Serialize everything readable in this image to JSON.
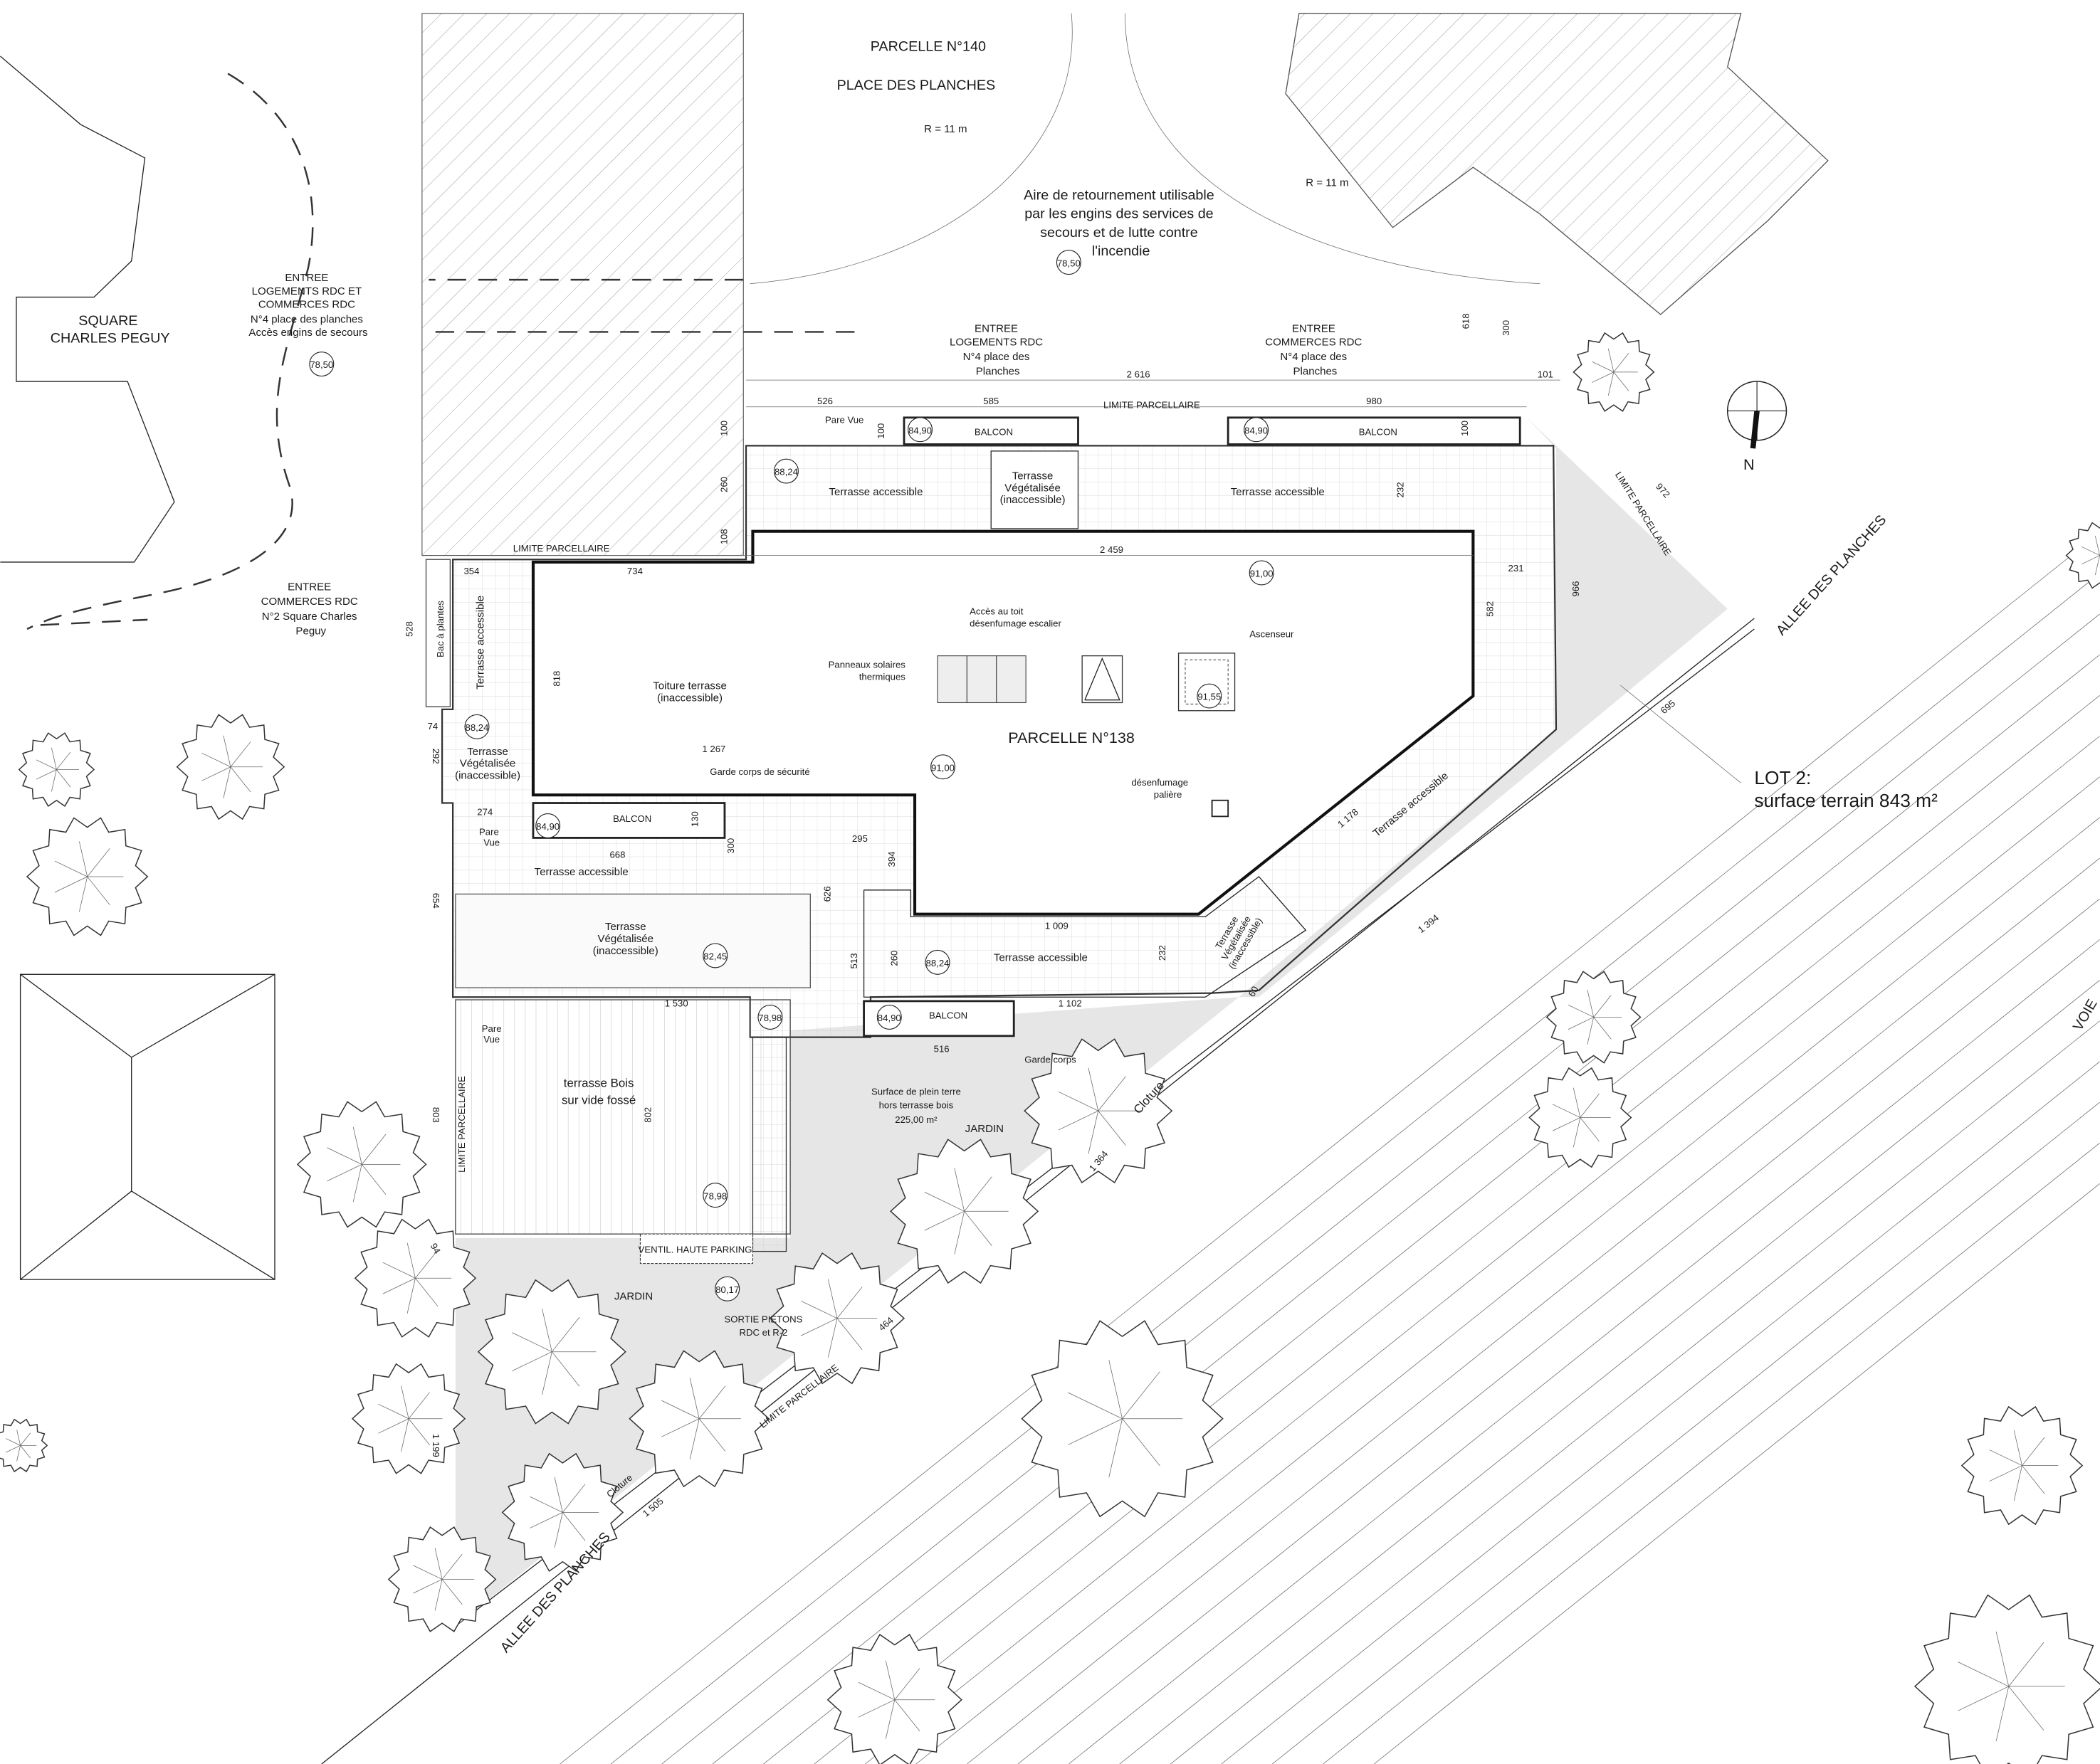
{
  "top": {
    "parcel_140": "PARCELLE N°140",
    "place": "PLACE DES PLANCHES",
    "radius_1": "R = 11 m",
    "radius_2": "R = 11 m",
    "turnaround": [
      "Aire de retournement utilisable",
      "par les engins des services de",
      "secours et de lutte contre",
      "l'incendie"
    ],
    "spot_top": "78,50"
  },
  "left": {
    "entree_1": [
      "ENTREE",
      "LOGEMENTS RDC ET",
      "COMMERCES RDC",
      "N°4 place des planches",
      "Accès engins de secours"
    ],
    "square": [
      "SQUARE",
      "CHARLES PEGUY"
    ],
    "spot_left": "78,50",
    "entree_2": [
      "ENTREE",
      "COMMERCES RDC",
      "N°2 Square Charles",
      "Peguy"
    ]
  },
  "entrances": {
    "logements": [
      "ENTREE",
      "LOGEMENTS RDC",
      "N°4 place des",
      "Planches"
    ],
    "commerces": [
      "ENTREE",
      "COMMERCES RDC",
      "N°4 place des",
      "Planches"
    ]
  },
  "dims": {
    "d2616": "2 616",
    "d101": "101",
    "d526": "526",
    "d585": "585",
    "d980": "980",
    "d618": "618",
    "d300a": "300",
    "d100a": "100",
    "d100b": "100",
    "d100c": "100",
    "d260a": "260",
    "d232a": "232",
    "d108": "108",
    "d2459": "2 459",
    "d354": "354",
    "d734": "734",
    "d231": "231",
    "d966": "966",
    "d582": "582",
    "d972": "972",
    "d528": "528",
    "d818": "818",
    "d1267": "1 267",
    "d74": "74",
    "d292": "292",
    "d274": "274",
    "d130": "130",
    "d300b": "300",
    "d668": "668",
    "d295": "295",
    "d394": "394",
    "d626": "626",
    "d1178": "1 178",
    "d695": "695",
    "d654": "654",
    "d513": "513",
    "d260b": "260",
    "d1009": "1 009",
    "d232b": "232",
    "d60": "60",
    "d1394": "1 394",
    "d1530": "1 530",
    "d1102": "1 102",
    "d516": "516",
    "d803": "803",
    "d802": "802",
    "d1364": "1 364",
    "d94": "94",
    "d464": "464",
    "d1199": "1 199",
    "d1505": "1 505"
  },
  "labels": {
    "limite_top": "LIMITE PARCELLAIRE",
    "limite_left_top": "LIMITE PARCELLAIRE",
    "limite_right": "LIMITE PARCELLAIRE",
    "limite_left": "LIMITE PARCELLAIRE",
    "limite_bottom": "LIMITE PARCELLAIRE",
    "pare_vue_1": "Pare Vue",
    "pare_vue_2": [
      "Pare",
      "Vue"
    ],
    "pare_vue_3": [
      "Pare",
      "Vue"
    ],
    "balcon_1": "BALCON",
    "balcon_2": "BALCON",
    "balcon_3": "BALCON",
    "balcon_4": "BALCON",
    "terrasse_acc_1": "Terrasse accessible",
    "terrasse_acc_2": "Terrasse accessible",
    "terrasse_acc_3": "Terrasse accessible",
    "terrasse_acc_4": "Terrasse accessible",
    "terrasse_acc_5": "Terrasse accessible",
    "terrasse_acc_6": "Terrasse accessible",
    "terrasse_veg_1": [
      "Terrasse",
      "Végétalisée",
      "(inaccessible)"
    ],
    "terrasse_veg_2": [
      "Terrasse",
      "Végétalisée",
      "(inaccessible)"
    ],
    "terrasse_veg_3": [
      "Terrasse",
      "Végétalisée",
      "(inaccessible)"
    ],
    "terrasse_veg_4": [
      "Terrasse",
      "Végétalisée",
      "(inaccessible)"
    ],
    "bac": "Bac à plantes",
    "toiture": [
      "Toiture terrasse",
      "(inaccessible)"
    ],
    "acces_toit": [
      "Accès au toit",
      "désenfumage escalier"
    ],
    "panneaux": [
      "Panneaux solaires",
      "thermiques"
    ],
    "ascenseur": "Ascenseur",
    "parcel_138": "PARCELLE N°138",
    "garde_corps_secu": "Garde corps de sécurité",
    "desenfumage": [
      "désenfumage",
      "palière"
    ],
    "garde_corps": "Garde corps",
    "terrasse_bois": [
      "terrasse Bois",
      "sur vide fossé"
    ],
    "plein_terre": [
      "Surface de plein terre",
      "hors terrasse bois",
      "225,00 m²"
    ],
    "jardin_1": "JARDIN",
    "jardin_2": "JARDIN",
    "cloture_1": "Cloture",
    "cloture_2": "Cloture",
    "ventil": "VENTIL. HAUTE PARKING",
    "sortie": [
      "SORTIE PIETONS",
      "RDC et R-2"
    ],
    "allee_1": "ALLEE DES PLANCHES",
    "allee_2": "ALLEE DES PLANCHES",
    "voie": "VOIE",
    "north": "N",
    "lot": [
      "LOT 2:",
      "surface terrain 843 m²"
    ]
  },
  "spots": {
    "s1": "84,90",
    "s2": "84,90",
    "s3": "88,24",
    "s4": "91,00",
    "s5": "91,55",
    "s6": "88,24",
    "s7": "91,00",
    "s8": "84,90",
    "s9": "82,45",
    "s10": "88,24",
    "s11": "78,98",
    "s12": "84,90",
    "s13": "78,98",
    "s14": "80,17"
  }
}
